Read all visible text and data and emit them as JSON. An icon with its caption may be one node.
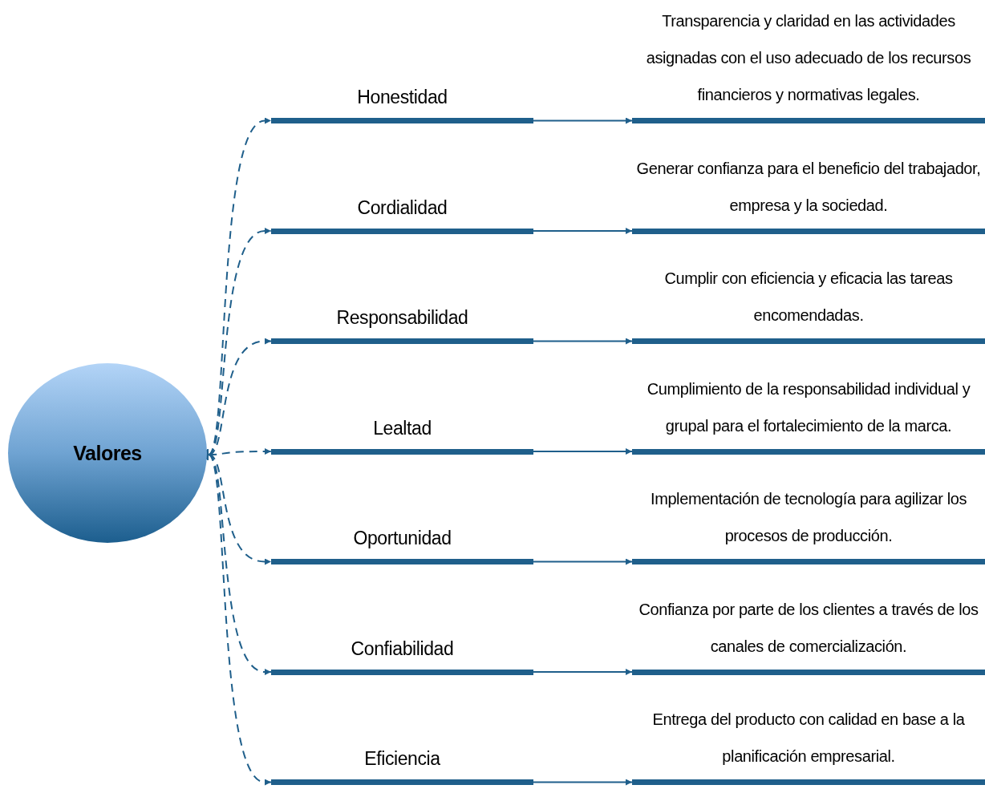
{
  "diagram": {
    "nodes": [
      {
        "text": [
          "Valores"
        ]
      },
      {
        "text": [
          "Honestidad"
        ]
      },
      {
        "text": [
          "Transparencia y claridad en las actividades asignadas con el uso adecuado de los recursos financieros y normativas legales."
        ]
      },
      {
        "text": [
          "Cordialidad"
        ]
      },
      {
        "text": [
          "Generar confianza para el beneficio del trabajador, empresa y la sociedad."
        ]
      },
      {
        "text": [
          "Responsabilidad"
        ]
      },
      {
        "text": [
          "Cumplir con eficiencia y eficacia las tareas encomendadas."
        ]
      },
      {
        "text": [
          "Lealtad"
        ]
      },
      {
        "text": [
          "Cumplimiento de la responsabilidad individual y grupal para el fortalecimiento de la marca."
        ]
      },
      {
        "text": [
          "Oportunidad"
        ]
      },
      {
        "text": [
          "Implementación de tecnología para agilizar los procesos de producción."
        ]
      },
      {
        "text": [
          "Confiabilidad"
        ]
      },
      {
        "text": [
          "Confianza por parte de los clientes a través de los canales de comercialización."
        ]
      },
      {
        "text": [
          "Eficiencia"
        ]
      },
      {
        "text": [
          "Entrega del producto con calidad en base a la planificación empresarial."
        ]
      }
    ],
    "edges": [
      {
        "from": 0,
        "to": 1,
        "arrow": "both",
        "style": "dashed"
      },
      {
        "from": 0,
        "to": 3,
        "arrow": "both",
        "style": "dashed"
      },
      {
        "from": 0,
        "to": 5,
        "arrow": "both",
        "style": "dashed"
      },
      {
        "from": 0,
        "to": 7,
        "arrow": "both",
        "style": "dashed"
      },
      {
        "from": 0,
        "to": 9,
        "arrow": "both",
        "style": "dashed"
      },
      {
        "from": 0,
        "to": 11,
        "arrow": "both",
        "style": "dashed"
      },
      {
        "from": 0,
        "to": 13,
        "arrow": "both",
        "style": "dashed"
      },
      {
        "from": 1,
        "to": 2,
        "arrow": "to"
      },
      {
        "from": 3,
        "to": 4,
        "arrow": "to"
      },
      {
        "from": 5,
        "to": 6,
        "arrow": "to"
      },
      {
        "from": 7,
        "to": 8,
        "arrow": "to"
      },
      {
        "from": 9,
        "to": 10,
        "arrow": "to"
      },
      {
        "from": 11,
        "to": 12,
        "arrow": "to"
      },
      {
        "from": 13,
        "to": 14,
        "arrow": "to"
      }
    ]
  }
}
